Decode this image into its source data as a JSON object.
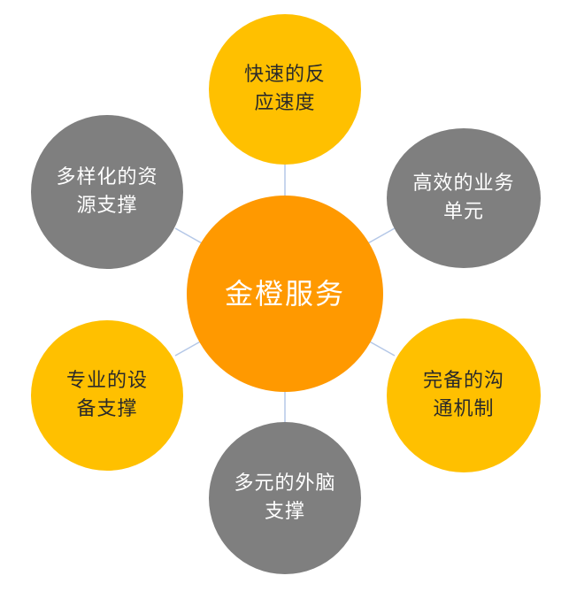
{
  "diagram": {
    "center": {
      "label": "金橙服务",
      "color": "#ff9900"
    },
    "colors": {
      "yellow": "#ffc000",
      "gray": "#7f7f7f",
      "connector": "#b4c7e7"
    },
    "nodes": [
      {
        "line1": "快速的反",
        "line2": "应速度",
        "tone": "yellow"
      },
      {
        "line1": "高效的业务",
        "line2": "单元",
        "tone": "gray"
      },
      {
        "line1": "完备的沟",
        "line2": "通机制",
        "tone": "yellow"
      },
      {
        "line1": "多元的外脑",
        "line2": "支撑",
        "tone": "gray"
      },
      {
        "line1": "专业的设",
        "line2": "备支撑",
        "tone": "yellow"
      },
      {
        "line1": "多样化的资",
        "line2": "源支撑",
        "tone": "gray"
      }
    ]
  }
}
